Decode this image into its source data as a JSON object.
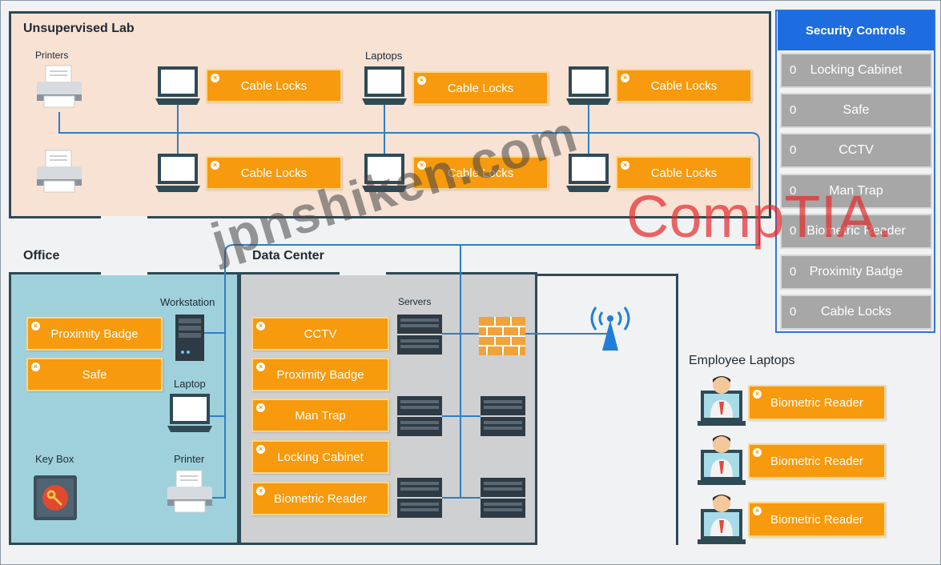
{
  "labels": {
    "lab": "Unsupervised Lab",
    "printers": "Printers",
    "laptops": "Laptops",
    "office": "Office",
    "datacenter": "Data Center",
    "workstation": "Workstation",
    "laptop": "Laptop",
    "keybox": "Key Box",
    "printer": "Printer",
    "servers": "Servers",
    "employee_laptops": "Employee Laptops"
  },
  "lab_tags": [
    "Cable Locks",
    "Cable Locks",
    "Cable Locks",
    "Cable Locks",
    "Cable Locks",
    "Cable Locks"
  ],
  "office_tags": [
    "Proximity Badge",
    "Safe"
  ],
  "datacenter_tags": [
    "CCTV",
    "Proximity Badge",
    "Man Trap",
    "Locking Cabinet",
    "Biometric Reader"
  ],
  "employee_tags": [
    "Biometric Reader",
    "Biometric Reader",
    "Biometric Reader"
  ],
  "controls": {
    "title": "Security Controls",
    "items": [
      {
        "count": "0",
        "label": "Locking Cabinet"
      },
      {
        "count": "0",
        "label": "Safe"
      },
      {
        "count": "0",
        "label": "CCTV"
      },
      {
        "count": "0",
        "label": "Man Trap"
      },
      {
        "count": "0",
        "label": "Biometric Reader"
      },
      {
        "count": "0",
        "label": "Proximity Badge"
      },
      {
        "count": "0",
        "label": "Cable Locks"
      }
    ]
  },
  "watermarks": {
    "site": "jpnshiken.com",
    "brand": "CompTIA."
  },
  "icons": [
    "printer-icon",
    "laptop-icon",
    "server-icon",
    "firewall-icon",
    "wifi-antenna-icon",
    "key-box-icon",
    "employee-icon",
    "close-icon"
  ],
  "colors": {
    "tag": "#f79a0d",
    "lab_bg": "#f8e2d4",
    "office_bg": "#9fd1dc",
    "datacenter_bg": "#cfd0d2",
    "controls": "#1d6de0",
    "wire": "#2f7fc1"
  }
}
